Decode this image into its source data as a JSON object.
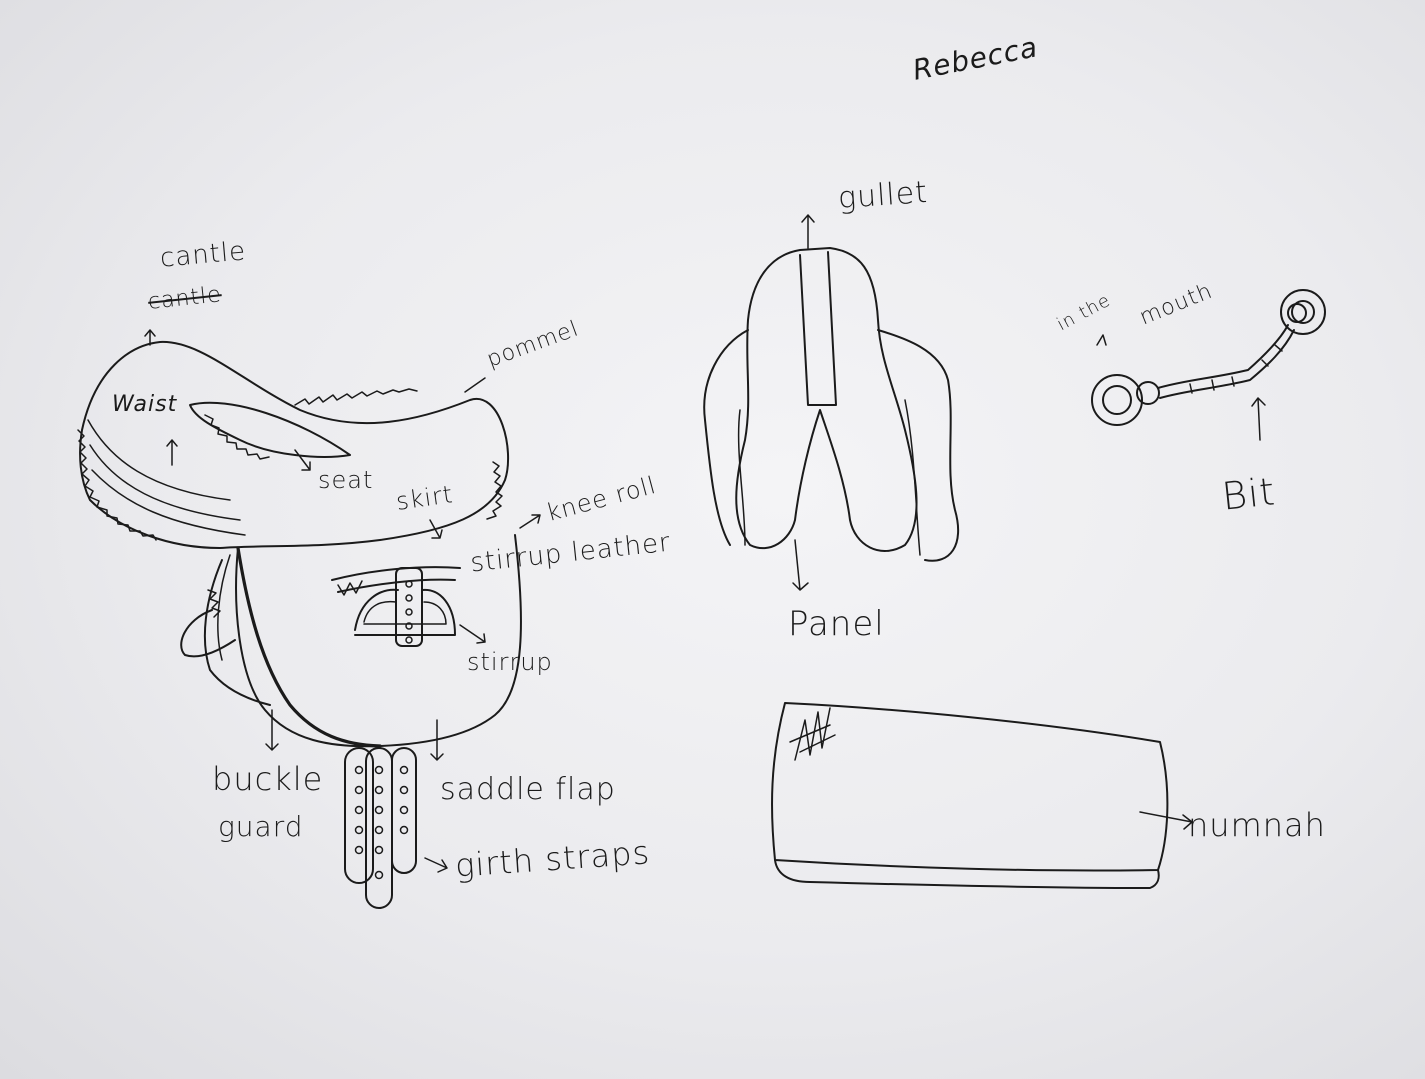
{
  "author": "Rebecca",
  "labels": {
    "cantle": "cantle",
    "cantle_crossed_out": "cantle",
    "pommel": "pommel",
    "waist": "Waist",
    "seat": "seat",
    "skirt": "skirt",
    "knee_roll": "knee roll",
    "stirrup_leather": "stirrup leather",
    "stirrup": "stirrup",
    "buckle_guard_line1": "buckle",
    "buckle_guard_line2": "guard",
    "saddle_flap": "saddle flap",
    "girth_straps": "girth straps",
    "gullet": "gullet",
    "panel": "Panel",
    "in_the": "in the",
    "mouth": "mouth",
    "bit": "Bit",
    "numnah": "numnah"
  },
  "colors": {
    "ink": "#1b1b1b",
    "paper": "#efeff1"
  }
}
